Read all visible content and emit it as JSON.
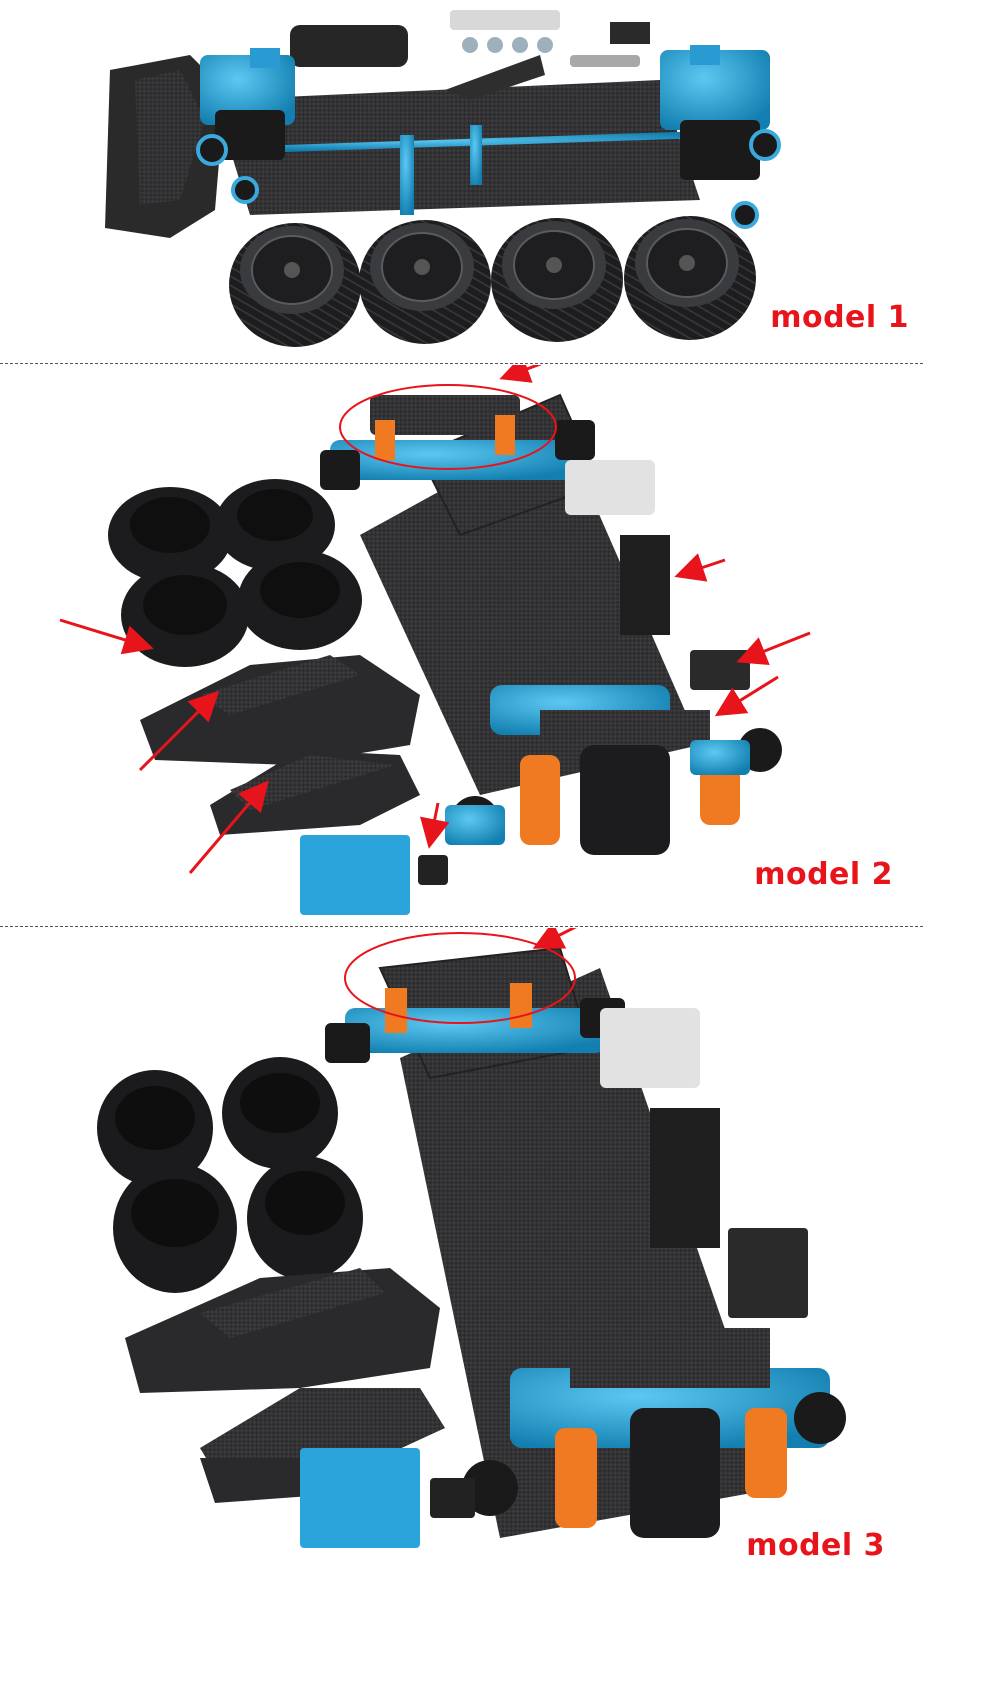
{
  "labels": {
    "model1": "model 1",
    "model2": "model 2",
    "model3": "model 3"
  },
  "colors": {
    "annotation_red": "#e8141b",
    "anodized_blue": "#1f9bd1",
    "carbon": "#2a2a2c",
    "foam": "#2b2b2b",
    "spring_orange": "#f07a22"
  },
  "icons": [
    "arrow-icon",
    "highlight-ellipse"
  ]
}
